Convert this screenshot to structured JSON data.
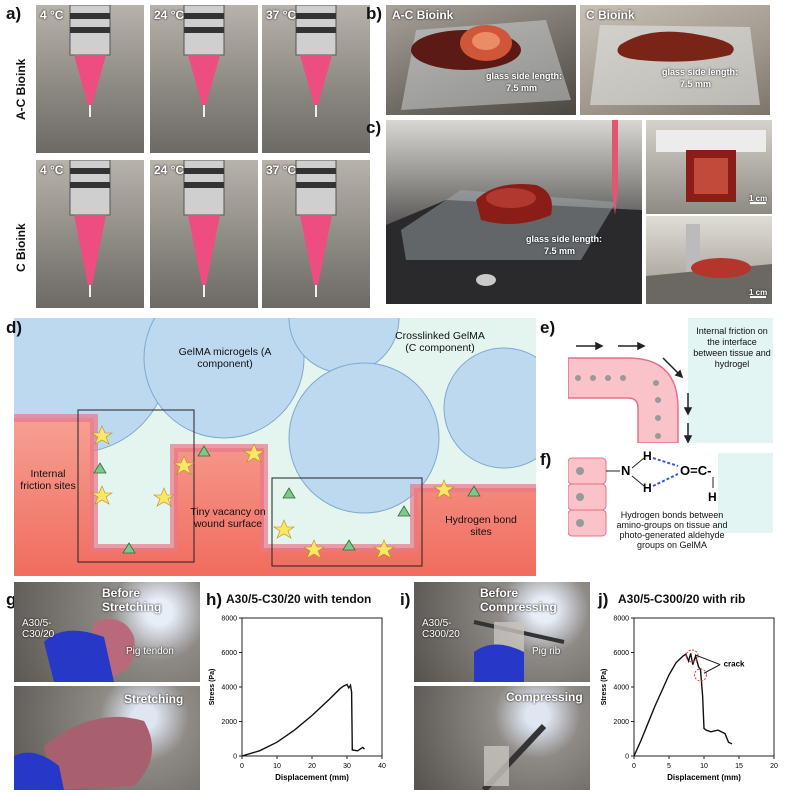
{
  "panel_a": {
    "label": "a)",
    "row_labels": [
      "A-C Bioink",
      "C Bioink"
    ],
    "temps": [
      "4 °C",
      "24 °C",
      "37 °C"
    ]
  },
  "panel_b": {
    "label": "b)",
    "titles": [
      "A-C Bioink",
      "C Bioink"
    ],
    "glass_note": "glass side length:",
    "glass_value": "7.5 mm"
  },
  "panel_c": {
    "label": "c)",
    "glass_note": "glass side length:",
    "glass_value": "7.5 mm",
    "scale": "1 cm"
  },
  "panel_d": {
    "label": "d)",
    "gelma_microgels": "GelMA microgels (A component)",
    "crosslinked": "Crosslinked GelMA (C component)",
    "internal_friction": "Internal friction sites",
    "vacancy": "Tiny vacancy on wound surface",
    "hbond": "Hydrogen bond sites"
  },
  "panel_e": {
    "label": "e)",
    "text": "Internal friction on the interface between tissue and hydrogel"
  },
  "panel_f": {
    "label": "f)",
    "text": "Hydrogen bonds between amino-groups on tissue and photo-generated aldehyde groups on GelMA"
  },
  "panel_g": {
    "label": "g)",
    "before": "Before Stretching",
    "after": "Stretching",
    "sample": "A30/5-C30/20",
    "tissue": "Pig tendon"
  },
  "panel_i": {
    "label": "i)",
    "before": "Before Compressing",
    "after": "Compressing",
    "sample": "A30/5-C300/20",
    "tissue": "Pig rib"
  },
  "chart_data": [
    {
      "type": "line",
      "label": "h)",
      "title": "A30/5-C30/20 with tendon",
      "xlabel": "Displacement (mm)",
      "ylabel": "Stress (Pa)",
      "xlim": [
        0,
        40
      ],
      "ylim": [
        0,
        8000
      ],
      "xticks": [
        0,
        10,
        20,
        30,
        40
      ],
      "yticks": [
        0,
        2000,
        4000,
        6000,
        8000
      ],
      "x": [
        0,
        5,
        10,
        15,
        20,
        25,
        28,
        29,
        30,
        30.5,
        31,
        31.3,
        31.5,
        33,
        34.5,
        35
      ],
      "y": [
        0,
        300,
        800,
        1500,
        2350,
        3300,
        3900,
        4050,
        4150,
        3950,
        4100,
        3700,
        350,
        300,
        500,
        400
      ]
    },
    {
      "type": "line",
      "label": "j)",
      "title": "A30/5-C300/20 with rib",
      "xlabel": "Displacement (mm)",
      "ylabel": "Stress (Pa)",
      "xlim": [
        0,
        20
      ],
      "ylim": [
        0,
        8000
      ],
      "xticks": [
        0,
        5,
        10,
        15,
        20
      ],
      "yticks": [
        0,
        2000,
        4000,
        6000,
        8000
      ],
      "annotation": "crack",
      "x": [
        0,
        1,
        2,
        3,
        4,
        5,
        6,
        7,
        7.4,
        7.8,
        8.1,
        8.4,
        8.8,
        9.2,
        9.5,
        9.8,
        10,
        10.3,
        11,
        12,
        13,
        13.5,
        14
      ],
      "y": [
        0,
        900,
        1900,
        2900,
        3800,
        4700,
        5400,
        5800,
        5900,
        5500,
        5950,
        5300,
        5800,
        5200,
        5000,
        3500,
        1600,
        1500,
        1400,
        1500,
        1300,
        800,
        700
      ]
    }
  ]
}
